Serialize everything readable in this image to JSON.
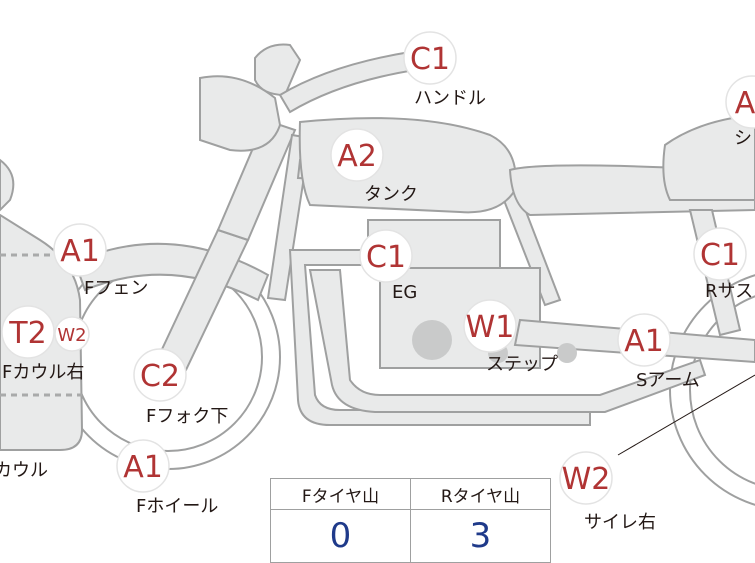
{
  "badges": [
    {
      "id": "handle",
      "code": "C1",
      "label": "ハンドル"
    },
    {
      "id": "tank",
      "code": "A2",
      "label": "タンク"
    },
    {
      "id": "seat",
      "code": "A",
      "label": "シ"
    },
    {
      "id": "f-fender",
      "code": "A1",
      "label": "Fフェン"
    },
    {
      "id": "engine",
      "code": "C1",
      "label": "EG"
    },
    {
      "id": "r-suspension",
      "code": "C1",
      "label": "Rサス"
    },
    {
      "id": "f-cowl-right-t",
      "code": "T2",
      "label": "Fカウル右"
    },
    {
      "id": "f-cowl-right-w",
      "code": "W2",
      "label": ""
    },
    {
      "id": "step",
      "code": "W1",
      "label": "ステップ"
    },
    {
      "id": "s-arm",
      "code": "A1",
      "label": "Sアーム"
    },
    {
      "id": "f-fork-lower",
      "code": "C2",
      "label": "Fフォク下"
    },
    {
      "id": "f-wheel",
      "code": "A1",
      "label": "Fホイール"
    },
    {
      "id": "silencer-right",
      "code": "W2",
      "label": "サイレ右"
    },
    {
      "id": "cowl-left",
      "code": "",
      "label": "カウル"
    }
  ],
  "tire_table": {
    "headers": [
      "Fタイヤ山",
      "Rタイヤ山"
    ],
    "values": [
      "0",
      "3"
    ]
  }
}
